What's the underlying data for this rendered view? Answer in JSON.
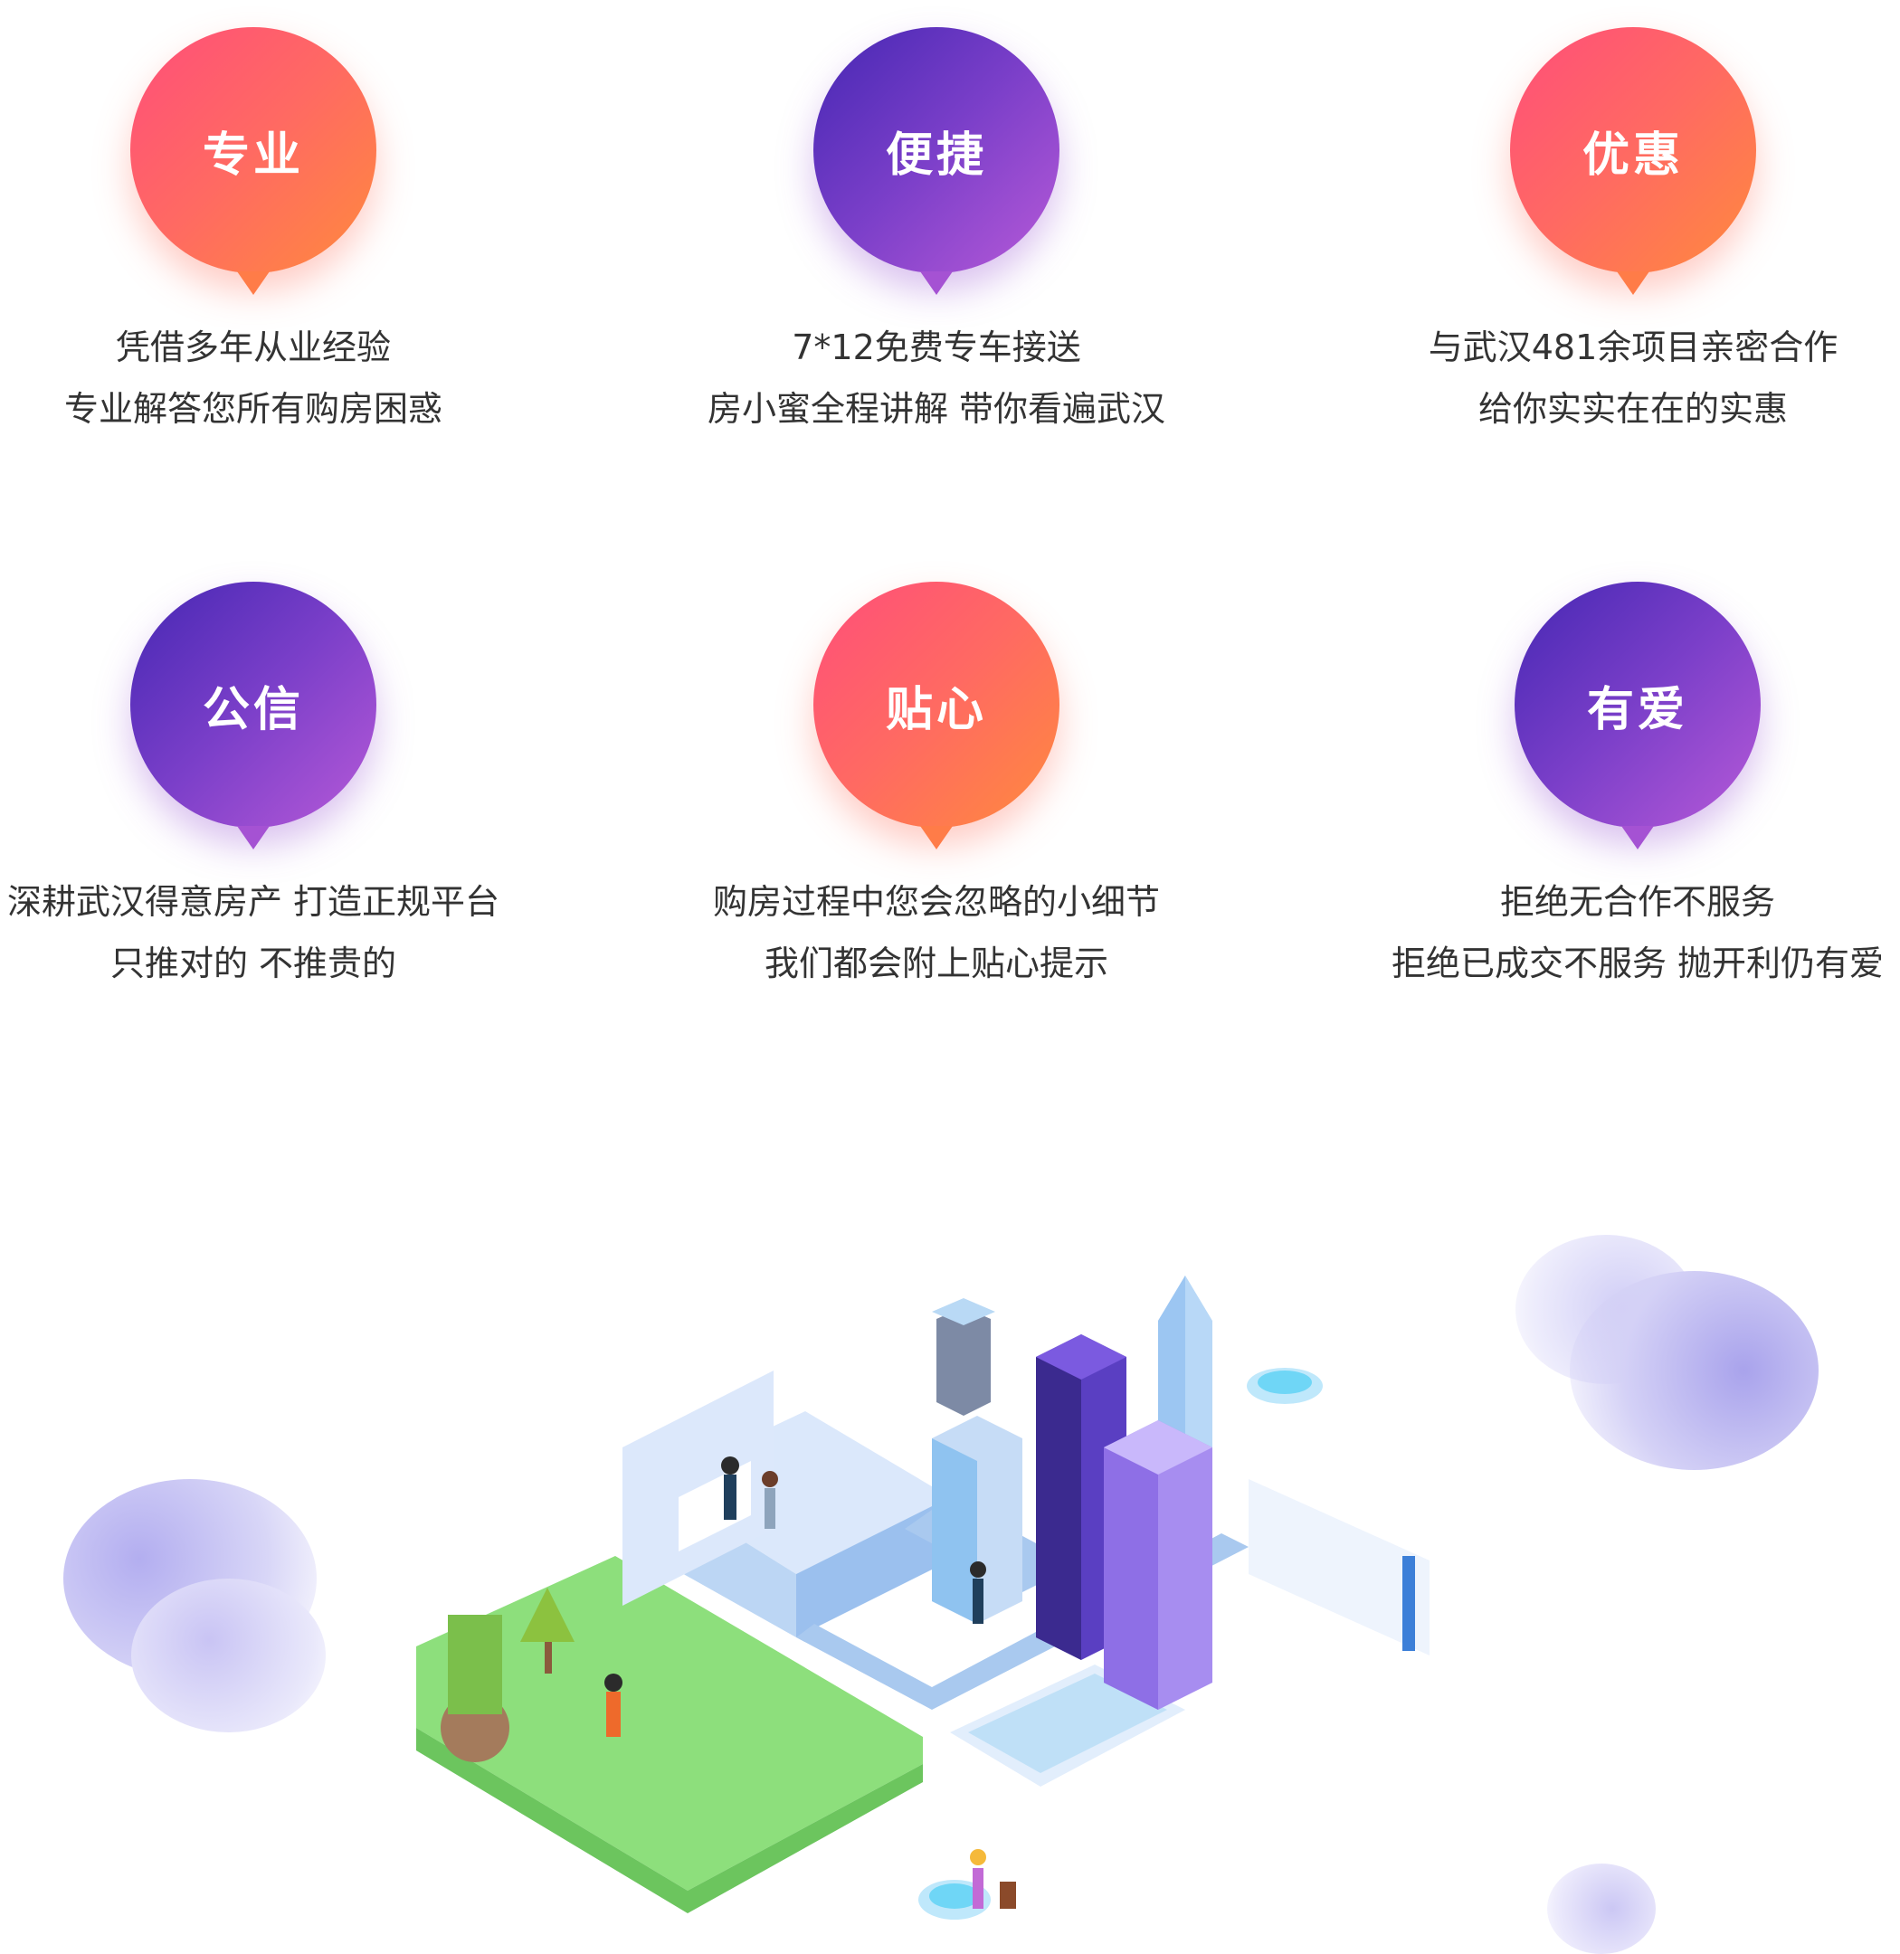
{
  "features": [
    {
      "title": "专业",
      "lines": [
        "凭借多年从业经验",
        "专业解答您所有购房困惑"
      ]
    },
    {
      "title": "便捷",
      "lines": [
        "7*12免费专车接送",
        "房小蜜全程讲解 带你看遍武汉"
      ]
    },
    {
      "title": "优惠",
      "lines": [
        "与武汉481余项目亲密合作",
        "给你实实在在的实惠"
      ]
    },
    {
      "title": "公信",
      "lines": [
        "深耕武汉得意房产 打造正规平台",
        "只推对的 不推贵的"
      ]
    },
    {
      "title": "贴心",
      "lines": [
        "购房过程中您会忽略的小细节",
        "我们都会附上贴心提示"
      ]
    },
    {
      "title": "有爱",
      "lines": [
        "拒绝无合作不服务",
        "拒绝已成交不服务 抛开利仍有爱"
      ]
    }
  ],
  "colors": {
    "warm": "#ff6a62",
    "cool": "#7b3fc9",
    "text": "#333333",
    "grass": "#8ddf7c"
  }
}
